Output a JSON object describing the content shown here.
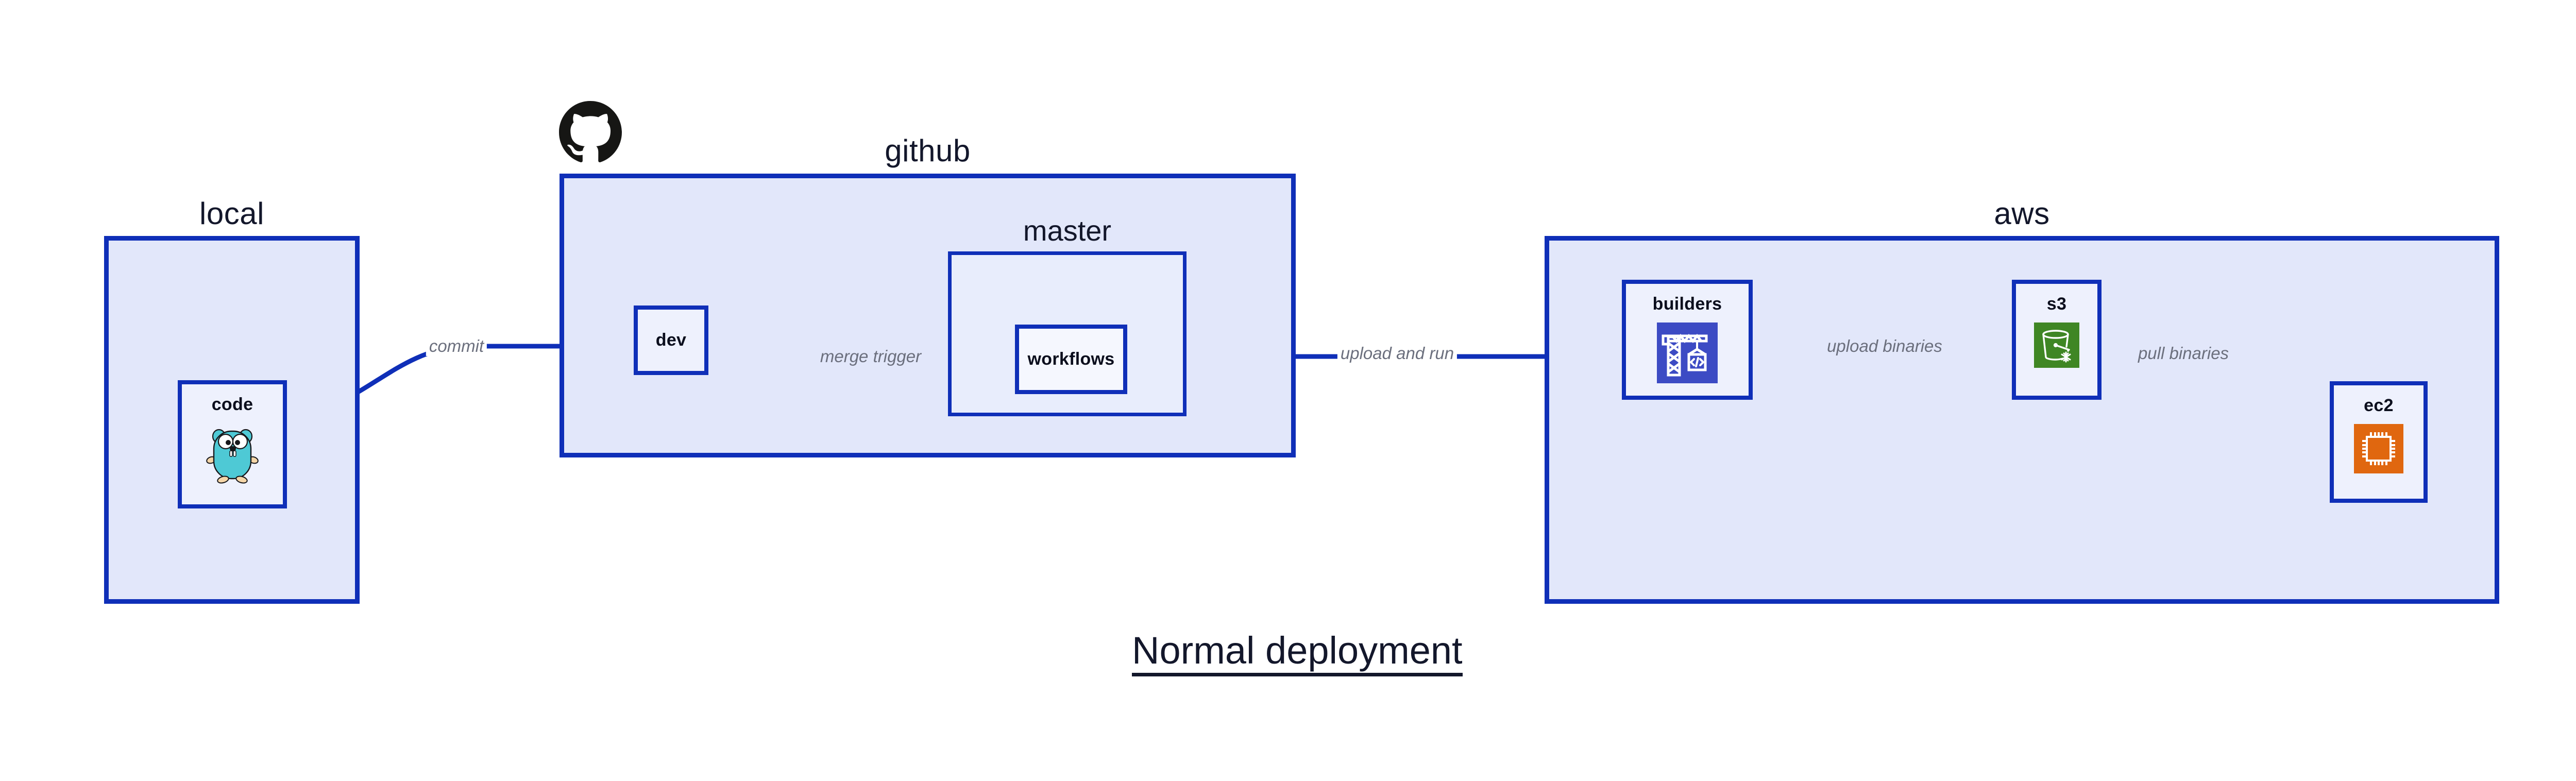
{
  "diagram": {
    "title": "Normal deployment",
    "accent_border": "#0f2fb8",
    "group_fill": "#e2e7fa",
    "node_fill": "#eef1fd",
    "edge_label_color": "#6b6f7d",
    "label_color": "#13172b"
  },
  "groups": [
    {
      "id": "local",
      "title": "local"
    },
    {
      "id": "github",
      "title": "github"
    },
    {
      "id": "aws",
      "title": "aws"
    }
  ],
  "subgroups": [
    {
      "id": "master",
      "title": "master",
      "parent": "github"
    }
  ],
  "nodes": [
    {
      "id": "code",
      "label": "code",
      "icon": "go-gopher-icon",
      "parent": "local"
    },
    {
      "id": "dev",
      "label": "dev",
      "icon": "none",
      "parent": "github"
    },
    {
      "id": "workflows",
      "label": "workflows",
      "icon": "none",
      "parent": "master"
    },
    {
      "id": "builders",
      "label": "builders",
      "icon": "aws-codebuild-icon",
      "icon_color": "#3c4bc4",
      "parent": "aws"
    },
    {
      "id": "s3",
      "label": "s3",
      "icon": "aws-s3-bucket-icon",
      "icon_color": "#3f8624",
      "parent": "aws"
    },
    {
      "id": "ec2",
      "label": "ec2",
      "icon": "aws-ec2-chip-icon",
      "icon_color": "#e0670f",
      "parent": "aws"
    }
  ],
  "edges": [
    {
      "id": "code-dev",
      "from": "code",
      "to": "dev",
      "label": "commit"
    },
    {
      "id": "dev-workflows",
      "from": "dev",
      "to": "workflows",
      "label": "merge trigger"
    },
    {
      "id": "workflows-builders",
      "from": "workflows",
      "to": "builders",
      "label": "upload and run"
    },
    {
      "id": "builders-s3",
      "from": "builders",
      "to": "s3",
      "label": "upload binaries"
    },
    {
      "id": "s3-ec2",
      "from": "s3",
      "to": "ec2",
      "label": "pull binaries"
    }
  ],
  "logos": [
    {
      "id": "github-logo",
      "name": "github-octocat-icon",
      "color": "#161614"
    }
  ]
}
